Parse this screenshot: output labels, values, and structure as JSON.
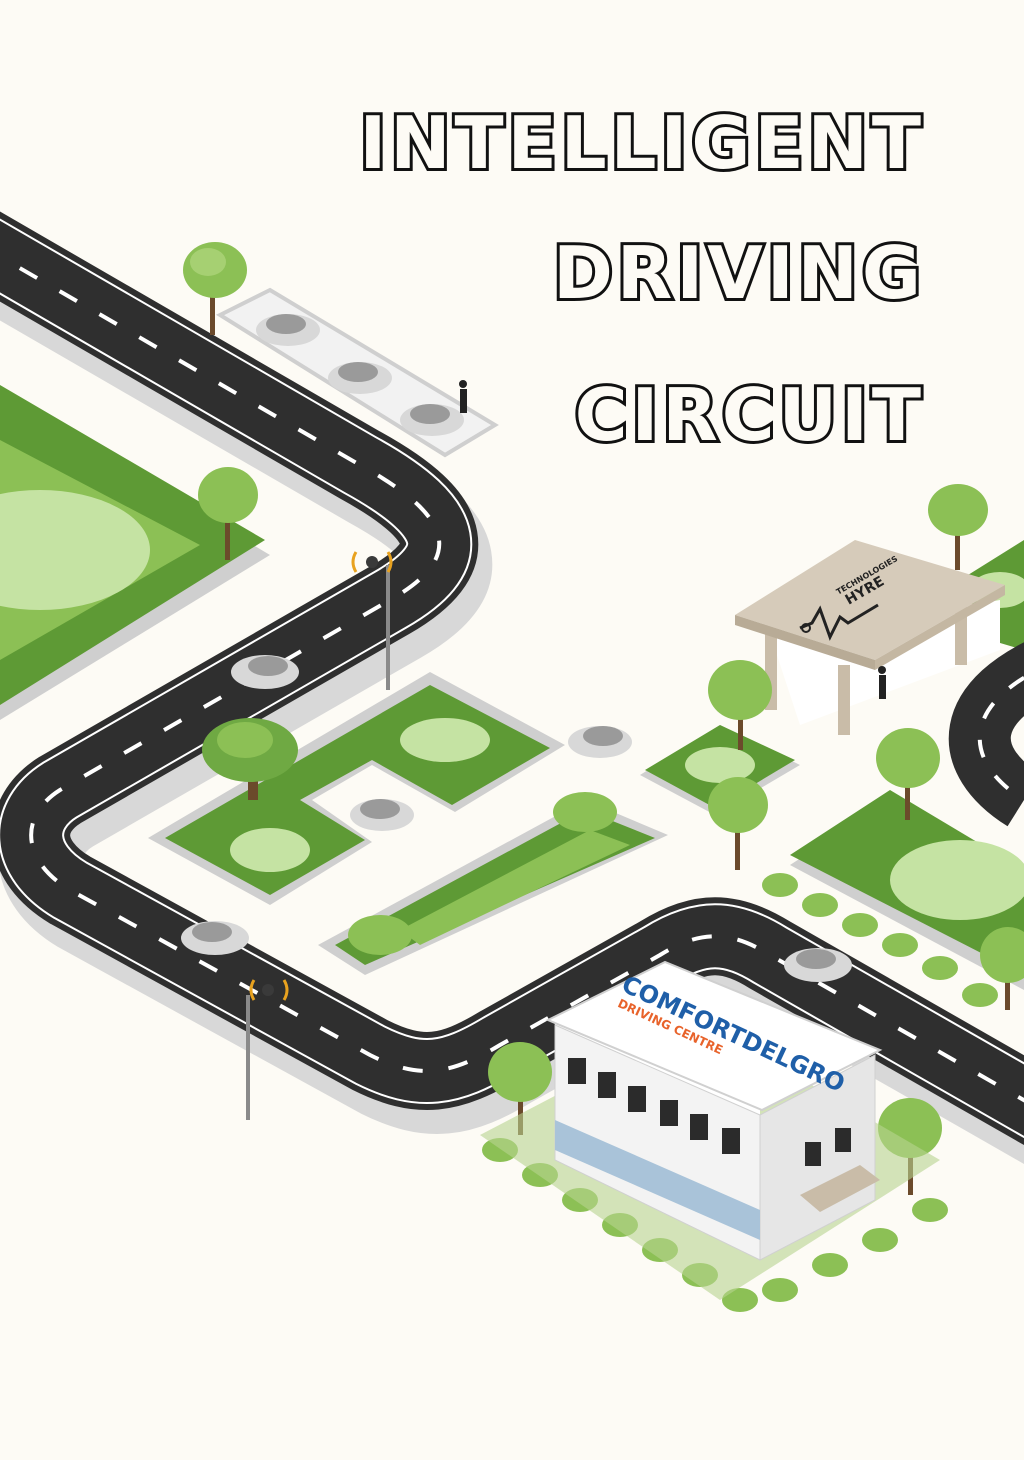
{
  "title": {
    "line1": "INTELLIGENT",
    "line2": "DRIVING",
    "line3": "CIRCUIT"
  },
  "shelter_sign": {
    "brand": "HYRE",
    "sub": "TECHNOLOGIES"
  },
  "building_sign": {
    "brand": "COMFORTDELGRO",
    "sub": "DRIVING CENTRE"
  },
  "colors": {
    "background": "#fdfbf5",
    "road": "#2f2f2f",
    "grass_dark": "#5e9a35",
    "grass_mid": "#8cc055",
    "grass_light": "#c5e3a3",
    "brand_blue": "#1f5fa8",
    "brand_orange": "#e8632b"
  }
}
